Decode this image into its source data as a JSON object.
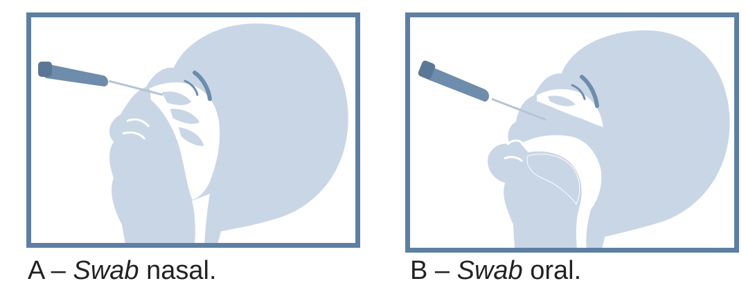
{
  "panels": [
    {
      "id": "a",
      "letter": "A",
      "dash": " – ",
      "term": "Swab",
      "rest": " nasal."
    },
    {
      "id": "b",
      "letter": "B",
      "dash": " – ",
      "term": "Swab",
      "rest": " oral."
    }
  ],
  "colors": {
    "frame": "#5d7fa4",
    "head_fill": "#c9d6e6",
    "outline": "#ffffff",
    "swab_handle": "#6e8cab"
  },
  "icons": {
    "panel_a": "nasal-swab-illustration",
    "panel_b": "oral-swab-illustration"
  }
}
